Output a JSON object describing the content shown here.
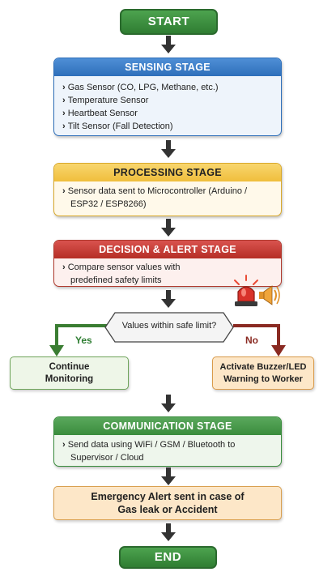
{
  "start": "START",
  "end": "END",
  "sensing": {
    "title": "SENSING STAGE",
    "items": [
      "Gas Sensor (CO, LPG, Methane, etc.)",
      "Temperature Sensor",
      "Heartbeat Sensor",
      "Tilt Sensor (Fall Detection)"
    ]
  },
  "processing": {
    "title": "PROCESSING STAGE",
    "items": [
      "Sensor data sent to Microcontroller (Arduino / ESP32 / ESP8266)"
    ]
  },
  "decision": {
    "title": "DECISION & ALERT STAGE",
    "items": [
      "Compare sensor values with predefined safety limits"
    ]
  },
  "diamond": {
    "question": "Values within safe limit?",
    "yes": "Yes",
    "no": "No"
  },
  "continue_box": {
    "line1": "Continue",
    "line2": "Monitoring"
  },
  "buzzer_box": {
    "line1": "Activate Buzzer/LED",
    "line2": "Warning to Worker"
  },
  "communication": {
    "title": "COMMUNICATION STAGE",
    "items": [
      "Send data using WiFi / GSM / Bluetooth to Supervisor / Cloud"
    ]
  },
  "emergency": {
    "line1": "Emergency Alert sent in case of",
    "line2": "Gas leak or Accident"
  },
  "colors": {
    "blue": "#2e6fba",
    "yellow": "#f3c64a",
    "red": "#c0392b",
    "green": "#3a8c3d",
    "peach": "#fde7c8"
  },
  "icons": [
    "siren-icon",
    "speaker-icon"
  ]
}
